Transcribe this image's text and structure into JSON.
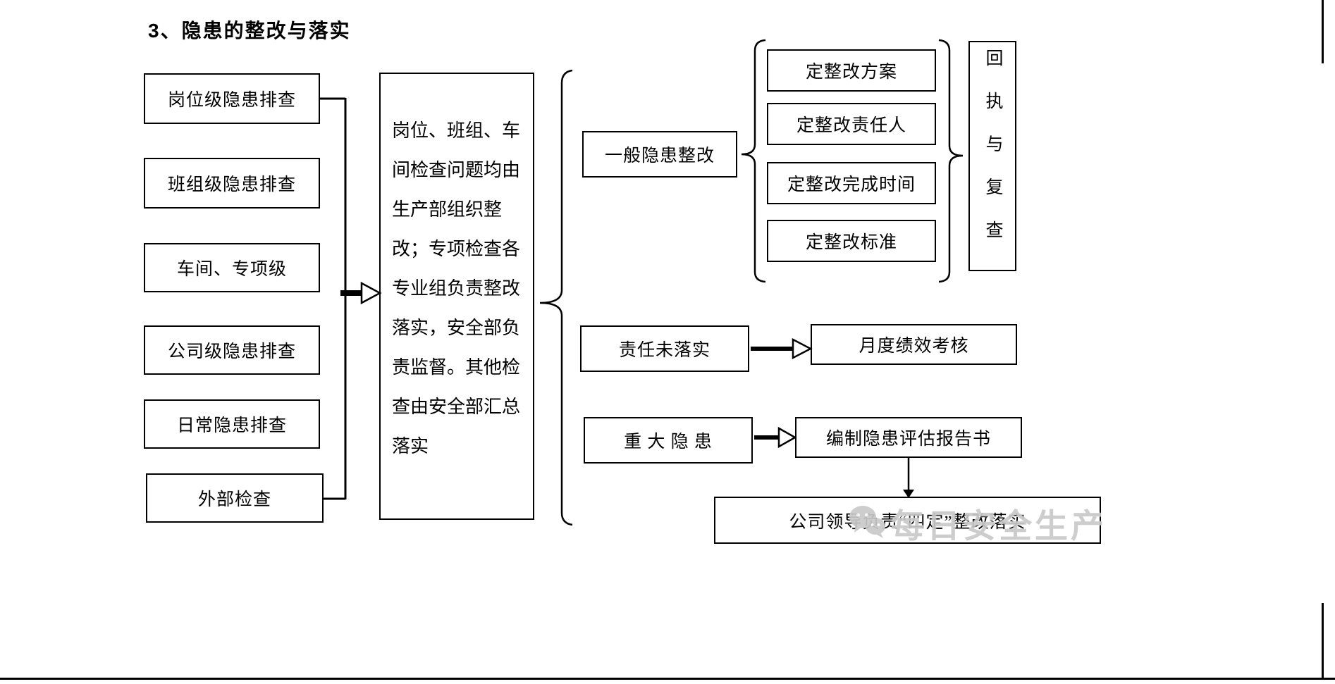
{
  "title": "3、隐患的整改与落实",
  "left_column": {
    "boxes": [
      "岗位级隐患排查",
      "班组级隐患排查",
      "车间、专项级",
      "公司级隐患排查",
      "日常隐患排查",
      "外部检查"
    ]
  },
  "center_note": {
    "lines": [
      "岗位、班组、车",
      "间检查问题均由",
      "生产部组织整",
      "改；专项检查各",
      "专业组负责整改",
      "落实，安全部负",
      "责监督。其他检",
      "查由安全部汇总",
      "落实"
    ]
  },
  "general_rectification": {
    "label": "一般隐患整改",
    "measures": [
      "定整改方案",
      "定整改责任人",
      "定整改完成时间",
      "定整改标准"
    ],
    "review": "回执与复查"
  },
  "responsibility": {
    "label": "责任未落实",
    "result": "月度绩效考核"
  },
  "major_hazard": {
    "label": "重 大 隐 患",
    "report": "编制隐患评估报告书",
    "leader": "公司领导负责“四定”整改落实"
  },
  "watermark": {
    "text": "每日安全生产"
  }
}
